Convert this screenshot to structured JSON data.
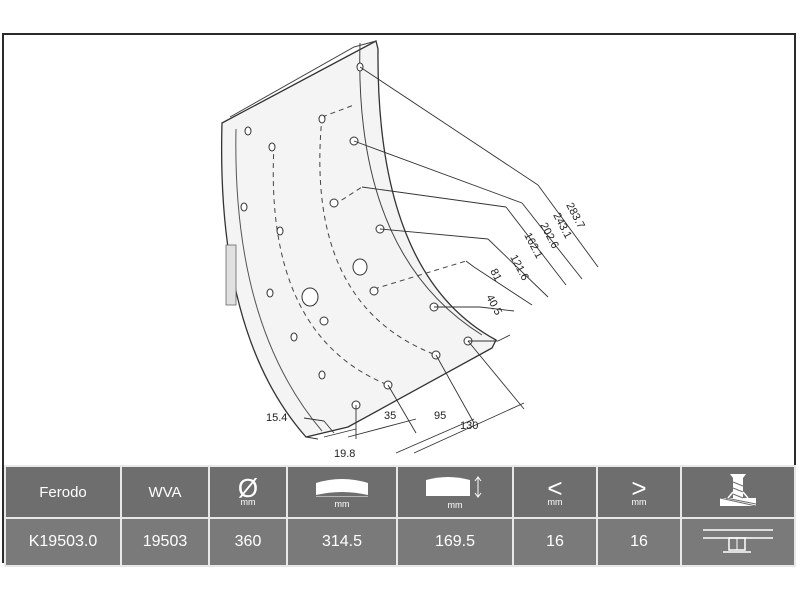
{
  "dimensions": {
    "radial": [
      "283.7",
      "243.1",
      "202.6",
      "162.1",
      "121.6",
      "81",
      "40.5"
    ],
    "bottom": [
      "15.4",
      "19.8",
      "35",
      "95",
      "130"
    ]
  },
  "table": {
    "headers": {
      "brand": "Ferodo",
      "wva": "WVA",
      "diameter_symbol": "Ø",
      "unit": "mm",
      "less_symbol": "<",
      "greater_symbol": ">"
    },
    "values": {
      "ref": "K19503.0",
      "wva": "19503",
      "diameter": "360",
      "width": "314.5",
      "thickness": "169.5",
      "min": "16",
      "max": "16"
    }
  },
  "icons": {
    "diameter": "diameter-icon",
    "arc_width": "arc-width-icon",
    "thickness": "lining-thickness-icon",
    "rivet": "rivet-icon",
    "rivet_section": "rivet-section-icon"
  },
  "colors": {
    "table_header": "#6e6e6e",
    "table_values": "#7a7a7a",
    "line": "#333333"
  }
}
